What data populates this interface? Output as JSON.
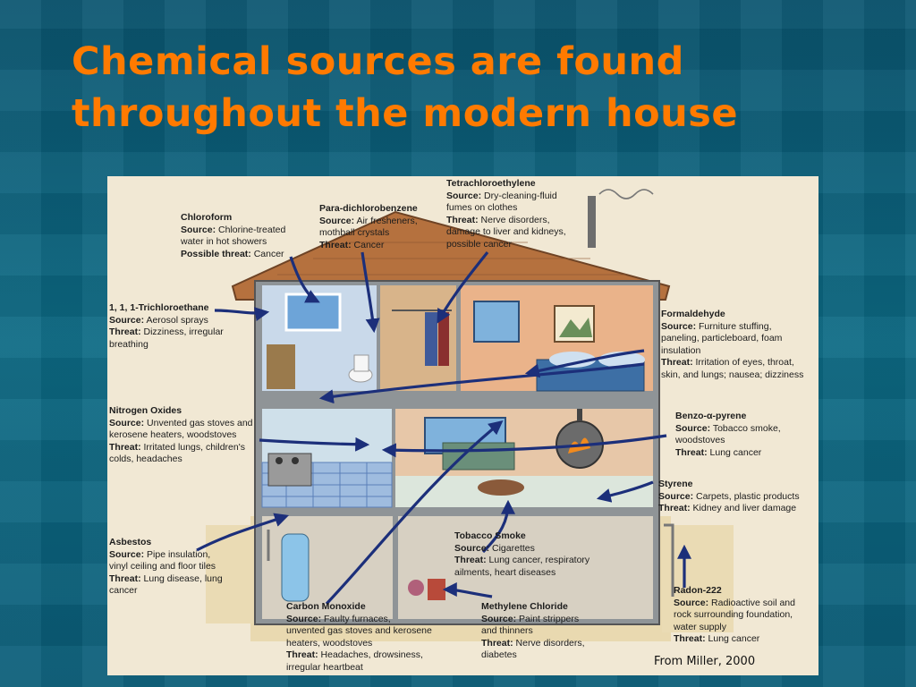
{
  "slide": {
    "title_line1": "Chemical sources are found",
    "title_line2": "throughout the modern house"
  },
  "credit": "From Miller, 2000",
  "labels": {
    "source_prefix": "Source:",
    "threat_prefix": "Threat:",
    "possible_threat_prefix": "Possible threat:"
  },
  "chemicals": {
    "chloroform": {
      "name": "Chloroform",
      "source": [
        "Chlorine-treated",
        "water in hot showers"
      ],
      "threat": "Cancer"
    },
    "paradichlorobenzene": {
      "name": "Para-dichlorobenzene",
      "source": [
        "Air fresheners,",
        "mothball crystals"
      ],
      "threat": "Cancer"
    },
    "tetrachloroethylene": {
      "name": "Tetrachloroethylene",
      "source": [
        "Dry-cleaning-fluid",
        "fumes on clothes"
      ],
      "threat": [
        "Nerve disorders,",
        "damage to liver and kidneys,",
        "possible cancer"
      ]
    },
    "trichloroethane": {
      "name": "1, 1, 1-Trichloroethane",
      "source": "Aerosol sprays",
      "threat": [
        "Dizziness, irregular",
        "breathing"
      ]
    },
    "formaldehyde": {
      "name": "Formaldehyde",
      "source": [
        "Furniture stuffing,",
        "paneling, particleboard, foam",
        "insulation"
      ],
      "threat": [
        "Irritation of eyes, throat,",
        "skin, and lungs; nausea; dizziness"
      ]
    },
    "nitrogen_oxides": {
      "name": "Nitrogen Oxides",
      "source": [
        "Unvented gas stoves and",
        "kerosene heaters, woodstoves"
      ],
      "threat": [
        "Irritated lungs, children's",
        "colds, headaches"
      ]
    },
    "benzo_pyrene": {
      "name": "Benzo-α-pyrene",
      "source": [
        "Tobacco smoke,",
        "woodstoves"
      ],
      "threat": "Lung cancer"
    },
    "styrene": {
      "name": "Styrene",
      "source": "Carpets, plastic products",
      "threat": "Kidney and liver damage"
    },
    "asbestos": {
      "name": "Asbestos",
      "source": [
        "Pipe insulation,",
        "vinyl ceiling and floor tiles"
      ],
      "threat": [
        "Lung disease, lung",
        "cancer"
      ]
    },
    "tobacco_smoke": {
      "name": "Tobacco Smoke",
      "source": "Cigarettes",
      "threat": [
        "Lung cancer, respiratory",
        "ailments, heart diseases"
      ]
    },
    "carbon_monoxide": {
      "name": "Carbon Monoxide",
      "source": [
        "Faulty furnaces,",
        "unvented gas stoves and kerosene",
        "heaters, woodstoves"
      ],
      "threat": [
        "Headaches, drowsiness,",
        "irregular heartbeat"
      ]
    },
    "methylene_chloride": {
      "name": "Methylene Chloride",
      "source": [
        "Paint strippers",
        "and thinners"
      ],
      "threat": [
        "Nerve disorders,",
        "diabetes"
      ]
    },
    "radon": {
      "name": "Radon-222",
      "source": [
        "Radioactive soil and",
        "rock surrounding foundation,",
        "water supply"
      ],
      "threat": "Lung cancer"
    }
  }
}
